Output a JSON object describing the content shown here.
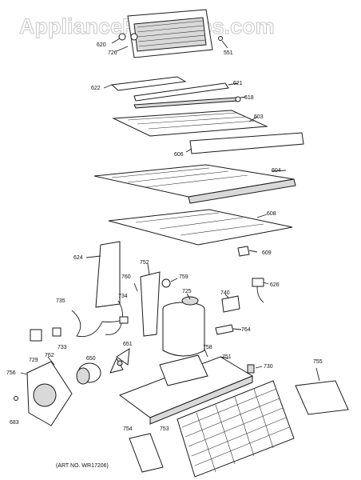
{
  "watermark": "AppliancePartsPros.com",
  "art_number": "(ART NO. WR17206)",
  "part_labels": {
    "p620": "620",
    "p726": "726",
    "p551": "551",
    "p622": "622",
    "p621": "621",
    "p618": "618",
    "p603": "603",
    "p606": "606",
    "p604": "604",
    "p608": "608",
    "p609": "609",
    "p624": "624",
    "p752": "752",
    "p759": "759",
    "p760": "760",
    "p725": "725",
    "p740": "740",
    "p626": "626",
    "p735": "735",
    "p734": "734",
    "p764": "764",
    "p729": "729",
    "p733": "733",
    "p762": "762",
    "p650": "650",
    "p651": "651",
    "p758": "758",
    "p751": "751",
    "p730": "730",
    "p755": "755",
    "p756": "756",
    "p683": "683",
    "p754": "754",
    "p753": "753"
  }
}
